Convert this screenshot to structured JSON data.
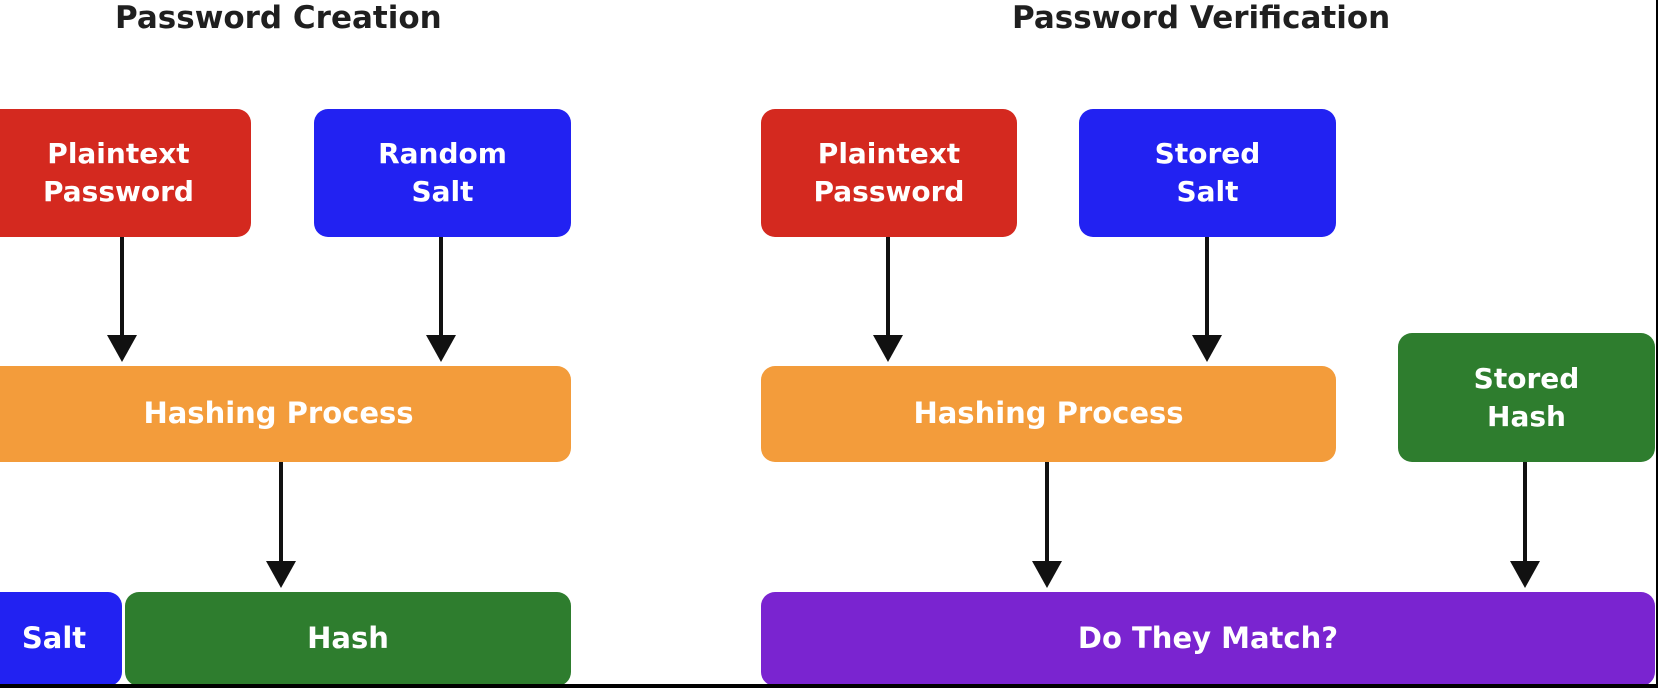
{
  "diagram": {
    "creation": {
      "title": "Password Creation",
      "plaintext_password": "Plaintext\nPassword",
      "random_salt": "Random\nSalt",
      "hashing_process": "Hashing Process",
      "salt": "Salt",
      "hash": "Hash"
    },
    "verification": {
      "title": "Password Verification",
      "plaintext_password": "Plaintext\nPassword",
      "stored_salt": "Stored\nSalt",
      "hashing_process": "Hashing Process",
      "stored_hash": "Stored\nHash",
      "match": "Do They Match?"
    }
  },
  "colors": {
    "red": "#d4291f",
    "blue": "#2222f2",
    "orange": "#f39c3b",
    "green": "#2e7d2e",
    "purple": "#7a24d0",
    "arrow": "#111111"
  }
}
